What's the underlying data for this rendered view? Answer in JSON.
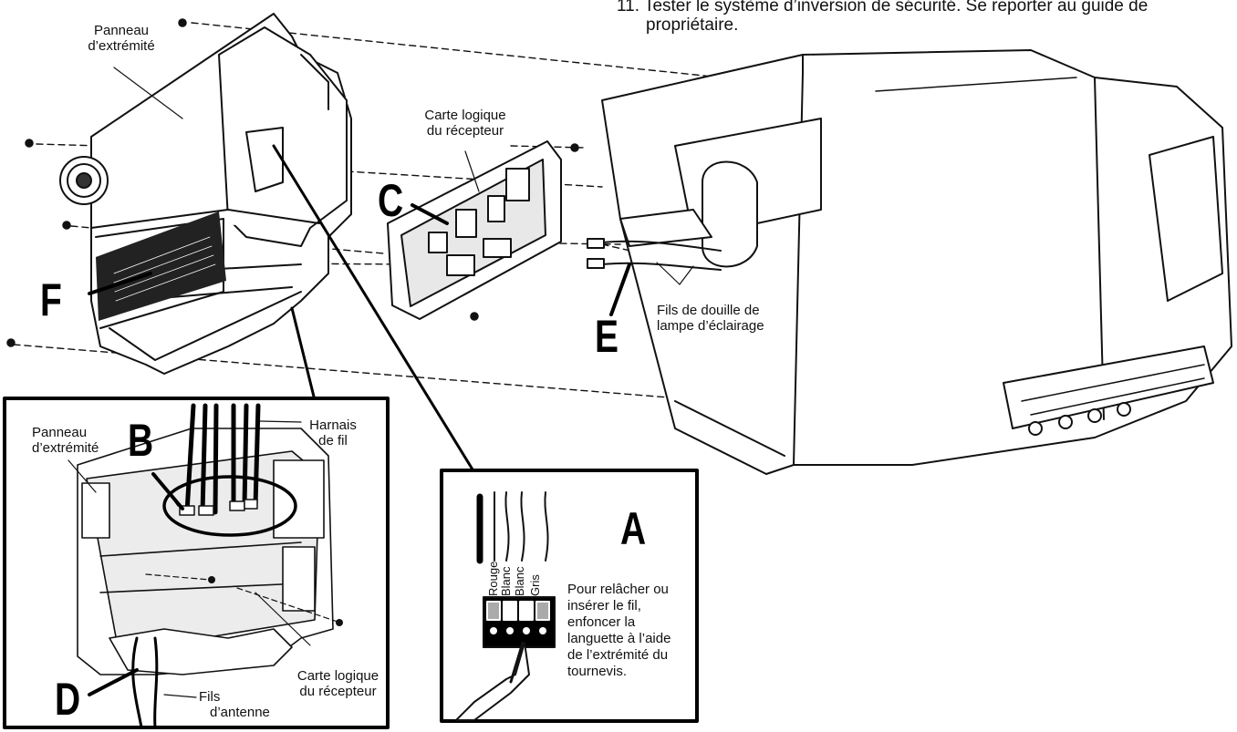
{
  "instruction": {
    "line1": "11.  Tester le système d’inversion de sécurité. Se reporter au guide de",
    "line2": "propriétaire."
  },
  "labels": {
    "end_panel_top": [
      "Panneau",
      "d’extrémité"
    ],
    "logic_board_top": [
      "Carte logique",
      "du récepteur"
    ],
    "light_socket_wires": [
      "Fils de douille de",
      "lampe d’éclairage"
    ],
    "end_panel_inset": [
      "Panneau",
      "d’extrémité"
    ],
    "wire_harness": [
      "Harnais",
      "de fil"
    ],
    "logic_board_inset": [
      "Carte logique",
      "du récepteur"
    ],
    "antenna_wires": [
      "Fils",
      "d’antenne"
    ]
  },
  "callouts": {
    "A": "A",
    "B": "B",
    "C": "C",
    "D": "D",
    "E": "E",
    "F": "F"
  },
  "inset_a": {
    "wire_colors": [
      "Rouge",
      "Blanc",
      "Blanc",
      "Gris"
    ],
    "note": [
      "Pour relâcher ou",
      "insérer le fil,",
      "enfoncer la",
      "languette à l’aide",
      "de l’extrémité du",
      "tournevis."
    ]
  }
}
